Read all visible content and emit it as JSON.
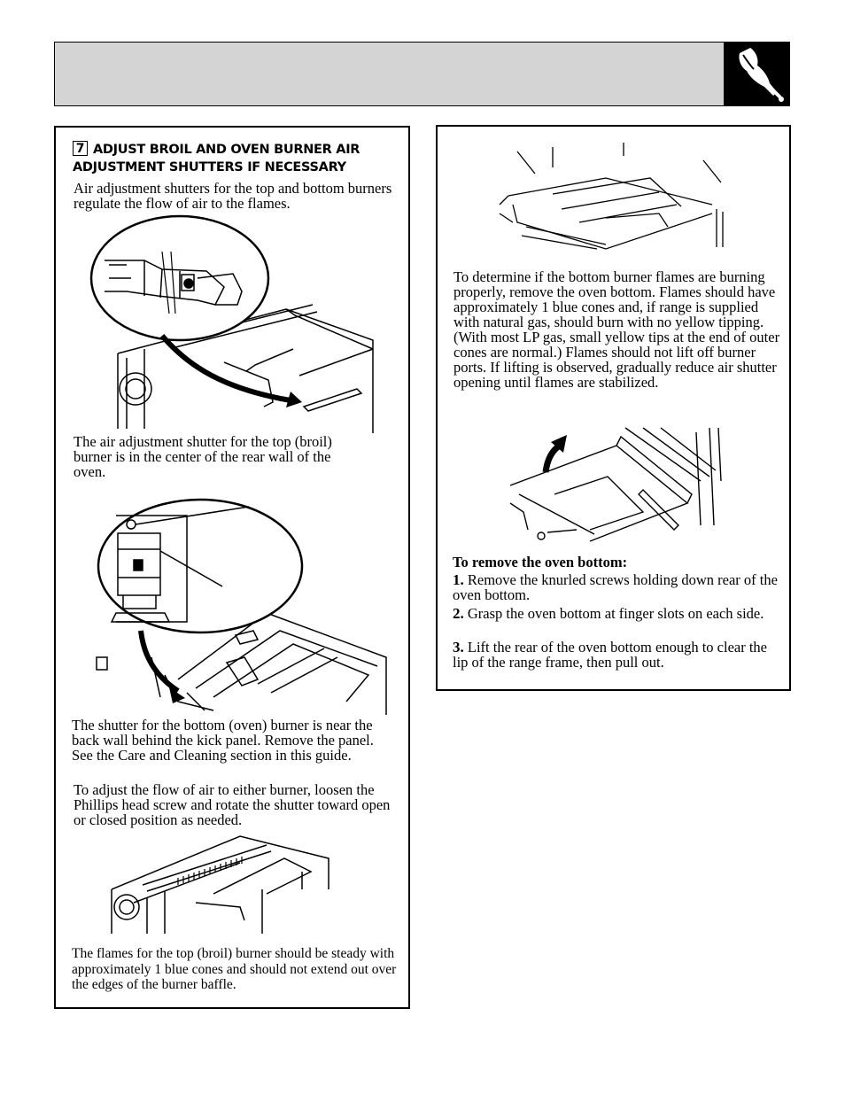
{
  "header": {
    "icon": "wrench-hand-icon"
  },
  "left_panel": {
    "step_number": "7",
    "heading": "ADJUST BROIL AND OVEN BURNER AIR ADJUSTMENT SHUTTERS IF NECESSARY",
    "intro": "Air adjustment shutters for the top and bottom burners regulate the flow of air to the flames.",
    "caption_top_shutter": "The air adjustment shutter for the top (broil) burner is in the center of the rear wall of the oven.",
    "caption_bottom_shutter": "The shutter for the bottom (oven) burner is near the back wall behind the kick panel. Remove the panel. See the Care and Cleaning section in this guide.",
    "adjust_instructions": "To adjust the flow of air to either burner, loosen the Phillips head screw and rotate the shutter toward open or closed position as needed.",
    "caption_broil_flames": "The flames for the top (broil) burner should be steady with approximately 1  blue cones and should not extend out over the edges of the burner baffle."
  },
  "right_panel": {
    "bottom_flames_text": "To determine if the bottom burner flames are burning properly, remove the oven bottom. Flames should have approximately 1  blue cones and, if range is supplied with natural gas, should burn with no yellow tipping. (With most LP gas, small yellow tips at the end of outer cones are normal.) Flames should not lift off burner ports. If lifting is observed, gradually reduce air shutter opening until flames are stabilized.",
    "remove_heading": "To remove the oven bottom:",
    "steps": [
      {
        "num": "1.",
        "text": "Remove the knurled screws holding down rear of the oven bottom."
      },
      {
        "num": "2.",
        "text": "Grasp the oven bottom at finger slots on each side."
      },
      {
        "num": "3.",
        "text": "Lift the rear of the oven bottom enough to clear the lip of the range frame, then pull out."
      }
    ]
  }
}
